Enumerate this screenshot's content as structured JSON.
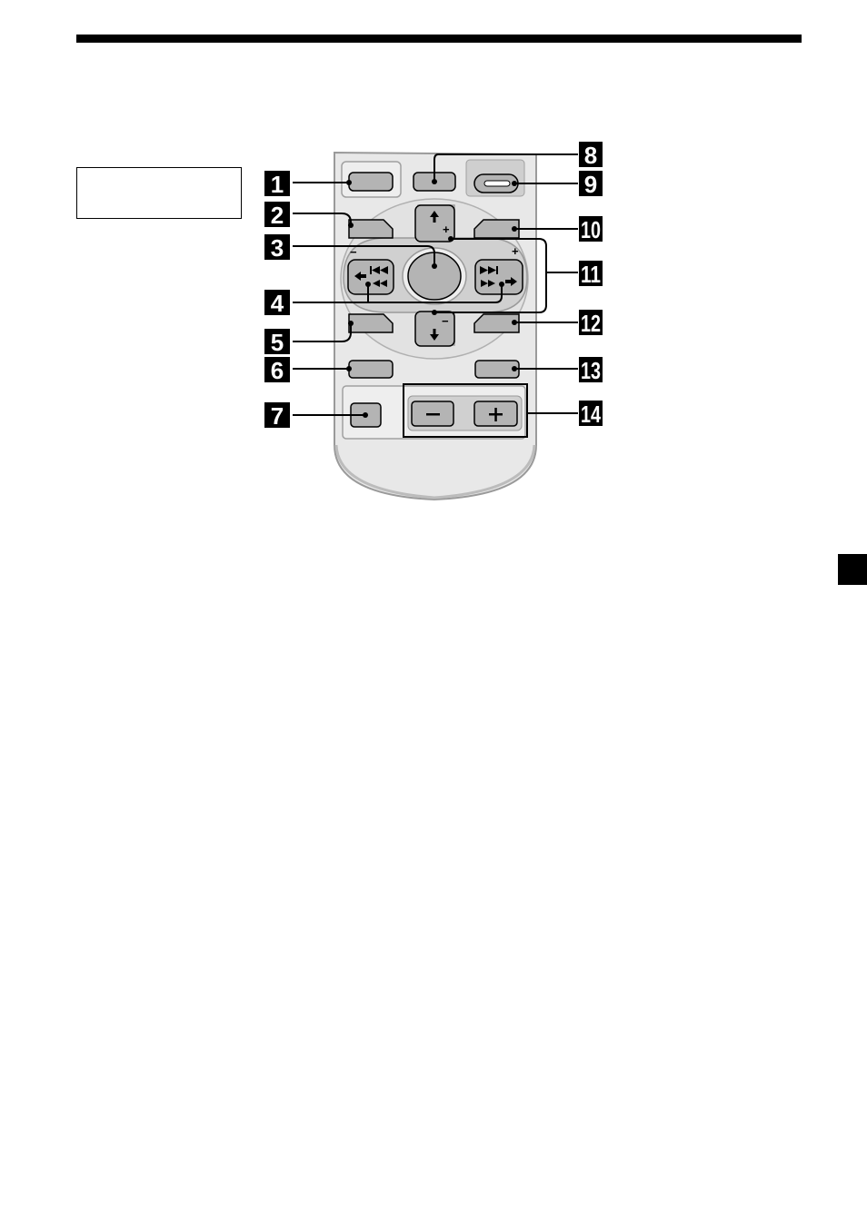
{
  "callouts": {
    "c1": "1",
    "c2": "2",
    "c3": "3",
    "c4": "4",
    "c5": "5",
    "c6": "6",
    "c7": "7",
    "c8": "8",
    "c9": "9",
    "c10": "10",
    "c11": "11",
    "c12": "12",
    "c13": "13",
    "c14": "14"
  },
  "signs": {
    "seek_minus": "−",
    "seek_plus": "+",
    "up_plus": "+",
    "down_minus": "−",
    "vol_minus": "−",
    "vol_plus": "+"
  },
  "icons": {
    "up_arrow": "arrow-up-icon",
    "down_arrow": "arrow-down-icon",
    "prev": "skip-back-icon",
    "next": "skip-forward-icon"
  },
  "colors": {
    "ink": "#000000",
    "button_fill": "#b4b4b4",
    "remote_body": "#e6e6e6",
    "remote_edge": "#9a9a9a",
    "pad_fill": "#d0d0d0"
  }
}
